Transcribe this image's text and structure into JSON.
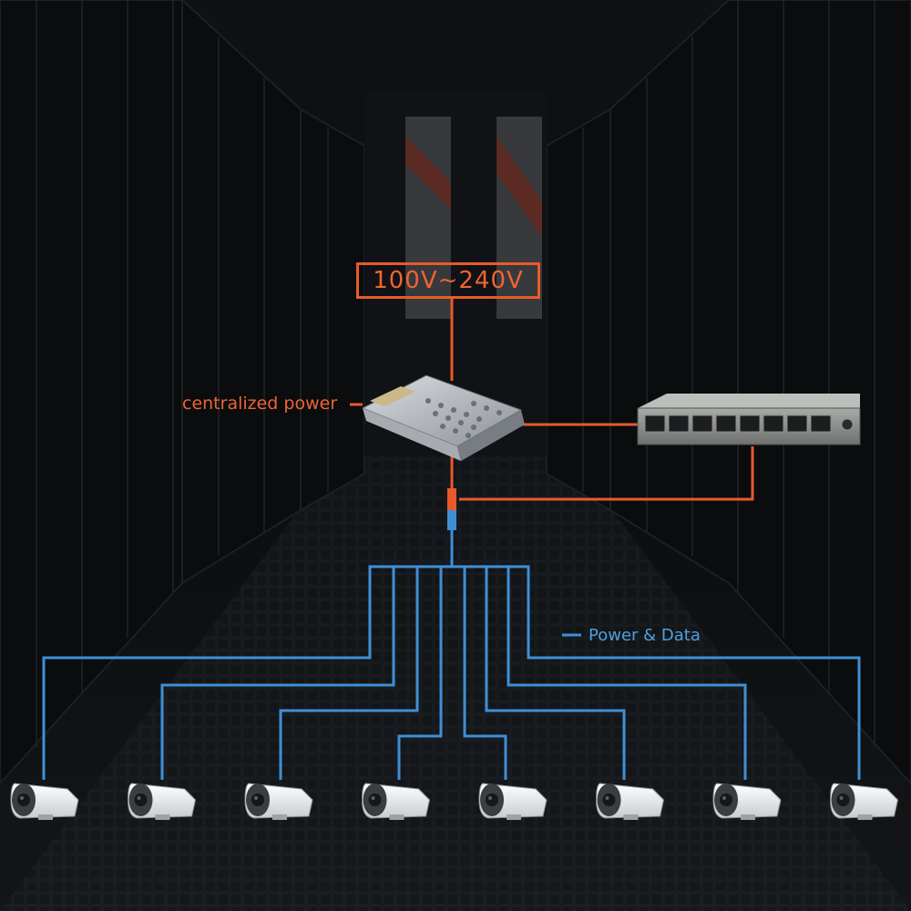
{
  "labels": {
    "voltage": "100V~240V",
    "centralized_power": "centralized power",
    "power_data": "Power & Data"
  },
  "colors": {
    "power_line": "#e85a2a",
    "data_line": "#3f8fd6",
    "background": "#0b0d10"
  },
  "devices": {
    "power_supply": "power-supply-unit",
    "switch": "8-port-network-switch",
    "cameras": [
      "bullet-camera",
      "bullet-camera",
      "bullet-camera",
      "bullet-camera",
      "bullet-camera",
      "bullet-camera",
      "bullet-camera",
      "bullet-camera"
    ]
  }
}
